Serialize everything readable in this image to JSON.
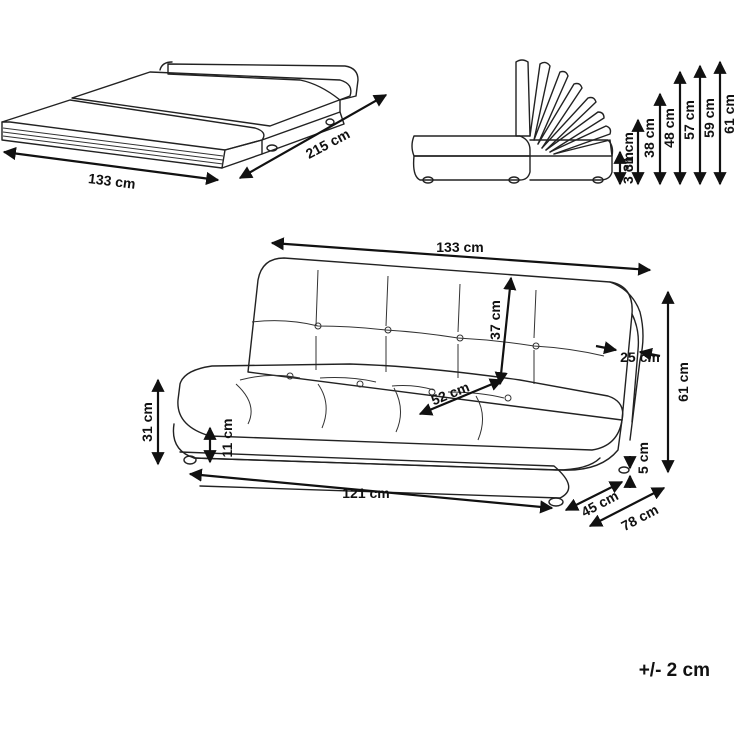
{
  "unfolded": {
    "width_label": "133 cm",
    "length_label": "215 cm"
  },
  "recline": {
    "heights": [
      "3 cm",
      "31 cm",
      "38 cm",
      "48 cm",
      "57 cm",
      "59 cm",
      "61 cm"
    ]
  },
  "sofa": {
    "width_label": "133 cm",
    "backrest_height_label": "37 cm",
    "arm_width_label": "25 cm",
    "total_height_label": "61 cm",
    "seat_depth_label": "52 cm",
    "seat_height_label": "31 cm",
    "cushion_thickness_label": "11 cm",
    "base_width_label": "121 cm",
    "leg_height_label": "5 cm",
    "base_depth_label": "45 cm",
    "total_depth_label": "78 cm"
  },
  "tolerance": "+/- 2 cm"
}
